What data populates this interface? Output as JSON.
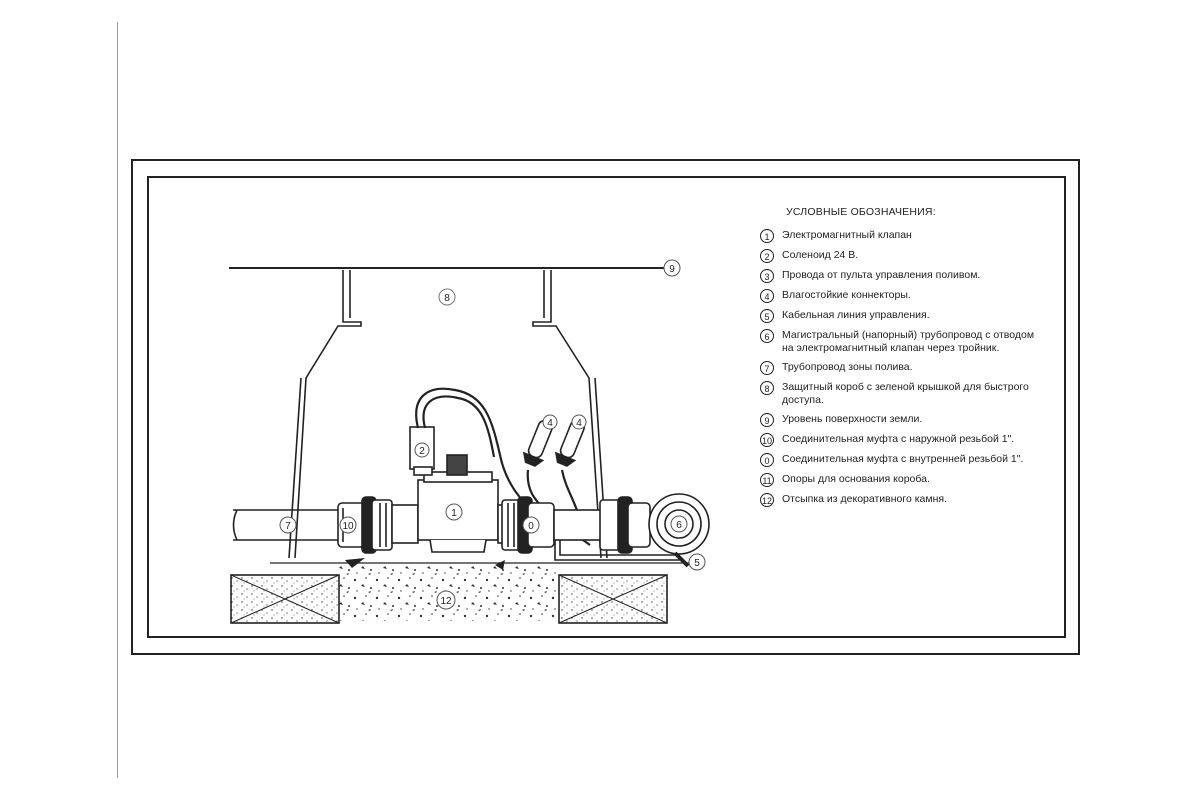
{
  "legend": {
    "title": "УСЛОВНЫЕ ОБОЗНАЧЕНИЯ:",
    "items": [
      {
        "num": "1",
        "text": "Электромагнитный клапан"
      },
      {
        "num": "2",
        "text": "Соленоид 24 В."
      },
      {
        "num": "3",
        "text": "Провода от пульта управления поливом."
      },
      {
        "num": "4",
        "text": "Влагостойкие коннекторы."
      },
      {
        "num": "5",
        "text": "Кабельная линия управления."
      },
      {
        "num": "6",
        "text": "Магистральный (напорный) трубопровод с отводом\nна электромагнитный клапан через тройник."
      },
      {
        "num": "7",
        "text": "Трубопровод зоны полива."
      },
      {
        "num": "8",
        "text": "Защитный короб с зеленой крышкой для быстрого доступа."
      },
      {
        "num": "9",
        "text": "Уровень поверхности земли."
      },
      {
        "num": "10",
        "text": "Соединительная муфта с наружной резьбой 1\"."
      },
      {
        "num": "0",
        "text": "Соединительная муфта с внутренней резьбой 1\"."
      },
      {
        "num": "11",
        "text": "Опоры для основания короба."
      },
      {
        "num": "12",
        "text": "Отсыпка из декоративного камня."
      }
    ]
  },
  "callouts": {
    "ground_level": "9",
    "box": "8",
    "solenoid": "2",
    "valve": "1",
    "connector_a": "4",
    "connector_b": "4",
    "zone_pipe": "7",
    "coupling_male": "10",
    "coupling_female": "0",
    "main_pipe": "6",
    "cable_line": "5",
    "gravel": "12"
  }
}
